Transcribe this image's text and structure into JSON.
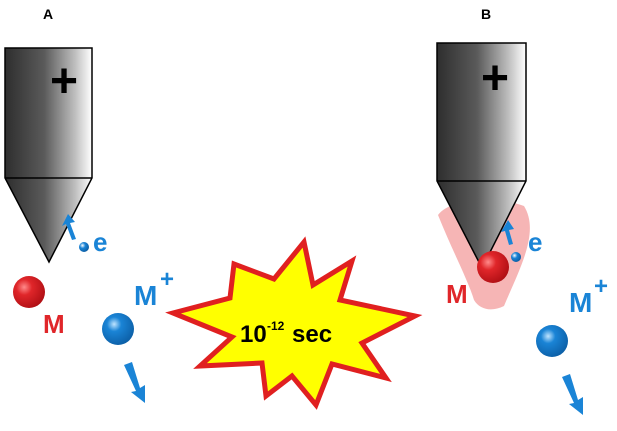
{
  "panels": {
    "a": {
      "letter": "A",
      "molecule": "M",
      "ion": "M",
      "ion_charge": "+",
      "electron": "e",
      "tip_sign": "+"
    },
    "b": {
      "letter": "B",
      "molecule": "M",
      "ion": "M",
      "ion_charge": "+",
      "electron": "e",
      "tip_sign": "+"
    }
  },
  "burst": {
    "base": "10",
    "exponent": "-12",
    "unit": "sec"
  },
  "colors": {
    "molecule_red": "#e0262a",
    "ion_blue": "#1a84d6",
    "burst_fill": "#ffff00",
    "burst_outline": "#e02020",
    "tip_dark": "#2e2e2e",
    "tip_light": "#ffffff",
    "field_pink": "#f4a8a8"
  }
}
